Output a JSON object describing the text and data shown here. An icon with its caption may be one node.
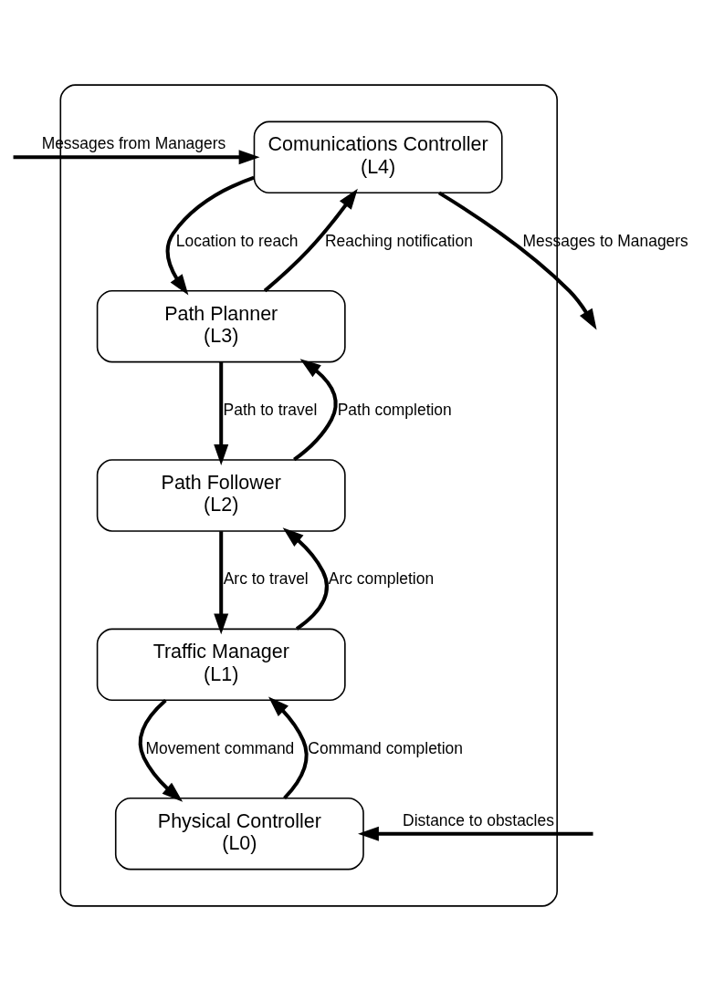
{
  "diagram": {
    "nodes": [
      {
        "text": [],
        "shape": "box"
      },
      {
        "text": [
          "Comunications Controller",
          "(L4)"
        ],
        "in": 0
      },
      {
        "text": [
          "Path Planner",
          "(L3)"
        ],
        "in": 0
      },
      {
        "text": [
          "Path Follower",
          "(L2)"
        ],
        "in": 0
      },
      {
        "text": [
          "Traffic Manager",
          "(L1)"
        ],
        "in": 0
      },
      {
        "text": [
          "Physical Controller",
          "(L0)"
        ],
        "in": 0
      }
    ],
    "edges": [
      {
        "from": null,
        "to": 1,
        "arrow": "to",
        "label": "Messages from Managers"
      },
      {
        "from": 1,
        "to": null,
        "arrow": "to",
        "label": "Messages to Managers"
      },
      {
        "from": 1,
        "to": 2,
        "arrow": "to",
        "label": "Location to reach"
      },
      {
        "from": 2,
        "to": 1,
        "arrow": "to",
        "label": "Reaching notification"
      },
      {
        "from": 2,
        "to": 3,
        "arrow": "to",
        "label": "Path to travel"
      },
      {
        "from": 3,
        "to": 2,
        "arrow": "to",
        "label": "Path completion"
      },
      {
        "from": 3,
        "to": 4,
        "arrow": "to",
        "label": "Arc to travel"
      },
      {
        "from": 4,
        "to": 3,
        "arrow": "to",
        "label": "Arc completion"
      },
      {
        "from": 4,
        "to": 5,
        "arrow": "to",
        "label": "Movement command"
      },
      {
        "from": 5,
        "to": 4,
        "arrow": "to",
        "label": "Command completion"
      },
      {
        "from": null,
        "to": 5,
        "arrow": "to",
        "label": "Distance to obstacles"
      }
    ]
  }
}
